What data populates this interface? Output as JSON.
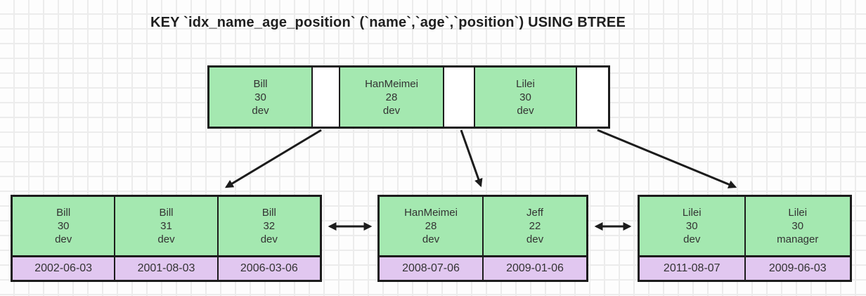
{
  "title": "KEY `idx_name_age_position` (`name`,`age`,`position`) USING BTREE",
  "colors": {
    "key_cell_fill": "#a4e8b0",
    "date_cell_fill": "#e1c7f0",
    "border": "#1c1c1c",
    "text": "#333333"
  },
  "root_node": {
    "keys": [
      {
        "name": "Bill",
        "age": "30",
        "position": "dev"
      },
      {
        "name": "HanMeimei",
        "age": "28",
        "position": "dev"
      },
      {
        "name": "Lilei",
        "age": "30",
        "position": "dev"
      }
    ]
  },
  "leaf_nodes": [
    {
      "records": [
        {
          "name": "Bill",
          "age": "30",
          "position": "dev",
          "date": "2002-06-03"
        },
        {
          "name": "Bill",
          "age": "31",
          "position": "dev",
          "date": "2001-08-03"
        },
        {
          "name": "Bill",
          "age": "32",
          "position": "dev",
          "date": "2006-03-06"
        }
      ]
    },
    {
      "records": [
        {
          "name": "HanMeimei",
          "age": "28",
          "position": "dev",
          "date": "2008-07-06"
        },
        {
          "name": "Jeff",
          "age": "22",
          "position": "dev",
          "date": "2009-01-06"
        }
      ]
    },
    {
      "records": [
        {
          "name": "Lilei",
          "age": "30",
          "position": "dev",
          "date": "2011-08-07"
        },
        {
          "name": "Lilei",
          "age": "30",
          "position": "manager",
          "date": "2009-06-03"
        }
      ]
    }
  ]
}
